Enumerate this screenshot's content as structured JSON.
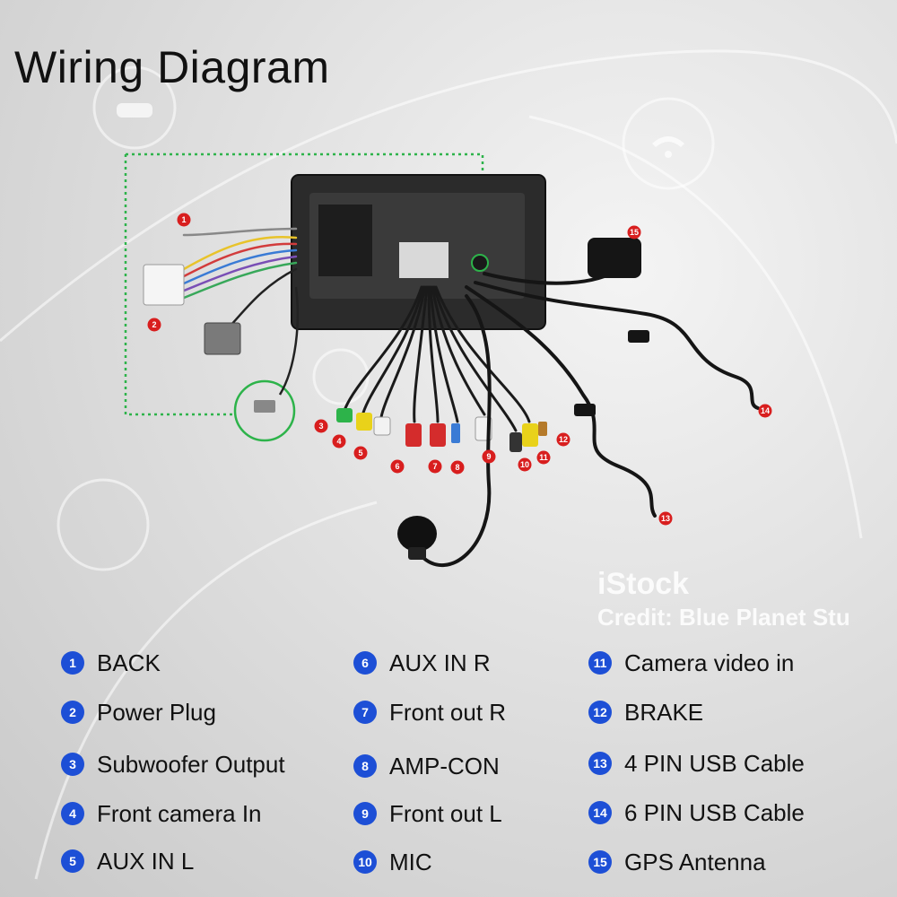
{
  "title": "Wiring Diagram",
  "watermark": {
    "brand": "iStock",
    "credit": "Credit: Blue Planet Stu"
  },
  "colors": {
    "badge": "#1d4fd6",
    "callout": "#d81e1e",
    "guide": "#2db34a"
  },
  "callout_numbers": [
    "1",
    "2",
    "3",
    "4",
    "5",
    "6",
    "7",
    "8",
    "9",
    "10",
    "11",
    "12",
    "13",
    "14",
    "15"
  ],
  "legend": [
    {
      "num": "1",
      "label": "BACK"
    },
    {
      "num": "2",
      "label": "Power Plug"
    },
    {
      "num": "3",
      "label": "Subwoofer Output"
    },
    {
      "num": "4",
      "label": "Front camera In"
    },
    {
      "num": "5",
      "label": "AUX IN L"
    },
    {
      "num": "6",
      "label": "AUX IN R"
    },
    {
      "num": "7",
      "label": "Front out R"
    },
    {
      "num": "8",
      "label": "AMP-CON"
    },
    {
      "num": "9",
      "label": "Front out L"
    },
    {
      "num": "10",
      "label": "MIC"
    },
    {
      "num": "11",
      "label": "Camera video in"
    },
    {
      "num": "12",
      "label": "BRAKE"
    },
    {
      "num": "13",
      "label": "4 PIN USB Cable"
    },
    {
      "num": "14",
      "label": "6 PIN USB Cable"
    },
    {
      "num": "15",
      "label": "GPS Antenna"
    }
  ]
}
